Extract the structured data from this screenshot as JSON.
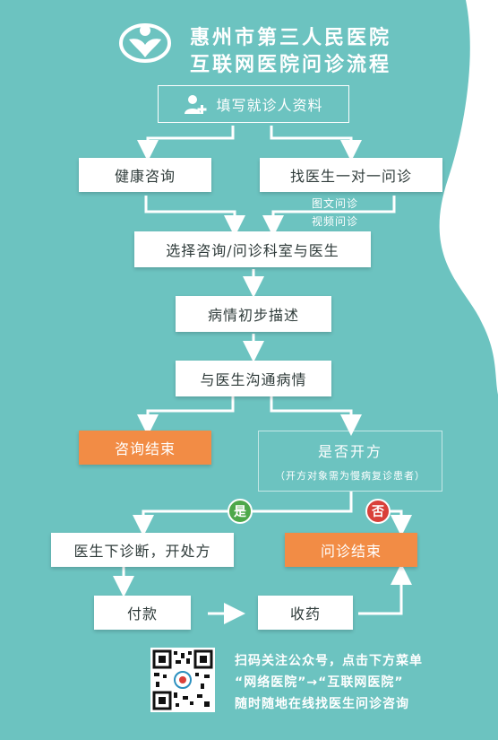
{
  "colors": {
    "teal": "#6cc3c0",
    "orange": "#f28c45",
    "yes_green": "#4da84a",
    "no_red": "#d9403a"
  },
  "header": {
    "title_line1": "惠州市第三人民医院",
    "title_line2": "互联网医院问诊流程",
    "logo_icon": "hospital-logo-icon"
  },
  "steps": {
    "fill_info": "填写就诊人资料",
    "health_consult": "健康咨询",
    "doctor_one_on_one": "找医生一对一问诊",
    "option_text": "图文问诊",
    "option_video": "视频问诊",
    "choose_dept": "选择咨询/问诊科室与医生",
    "describe": "病情初步描述",
    "communicate": "与医生沟通病情",
    "consult_end": "咨询结束",
    "prescribe_question": "是否开方",
    "prescribe_note": "（开方对象需为慢病复诊患者）",
    "yes": "是",
    "no": "否",
    "diagnose": "医生下诊断，开处方",
    "visit_end": "问诊结束",
    "pay": "付款",
    "receive": "收药"
  },
  "footer": {
    "line1": "扫码关注公众号，点击下方菜单",
    "line2": "“网络医院”→“互联网医院”",
    "line3": "随时随地在线找医生问诊咨询",
    "qr_icon": "qr-code-icon"
  }
}
